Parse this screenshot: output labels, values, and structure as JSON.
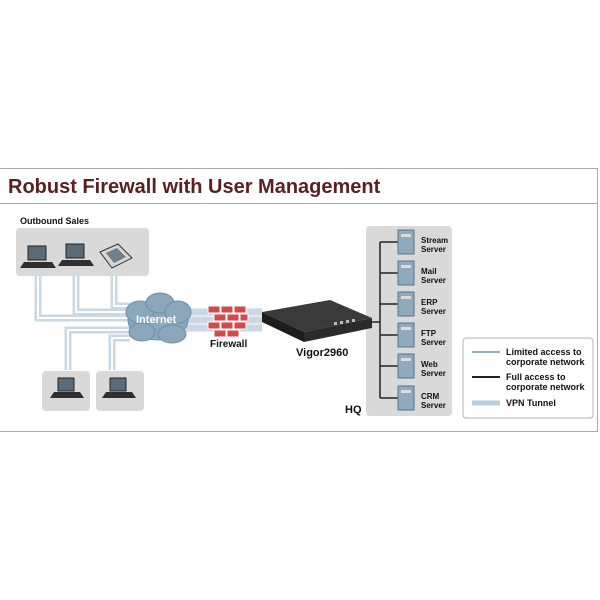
{
  "title": "Robust Firewall with User Management",
  "groups": {
    "sales": "Outbound  Sales",
    "hq": "HQ"
  },
  "internet": "Internet",
  "firewall": "Firewall",
  "router": "Vigor2960",
  "servers": [
    {
      "line1": "Stream",
      "line2": "Server"
    },
    {
      "line1": "Mail",
      "line2": "Server"
    },
    {
      "line1": "ERP",
      "line2": "Server"
    },
    {
      "line1": "FTP",
      "line2": "Server"
    },
    {
      "line1": "Web",
      "line2": "Server"
    },
    {
      "line1": "CRM",
      "line2": "Server"
    }
  ],
  "legend": [
    {
      "line1": "Limited access to",
      "line2": "corporate network",
      "color": "#8fb2c8"
    },
    {
      "line1": "Full access to",
      "line2": "corporate network",
      "color": "#222222"
    },
    {
      "line1": "VPN Tunnel",
      "line2": "",
      "color": "#b9cfdd"
    }
  ],
  "colors": {
    "title": "#5a1f1f",
    "cloud": "#8aa7bb",
    "brick": "#d24a4a",
    "panel": "#d9d9d9"
  }
}
